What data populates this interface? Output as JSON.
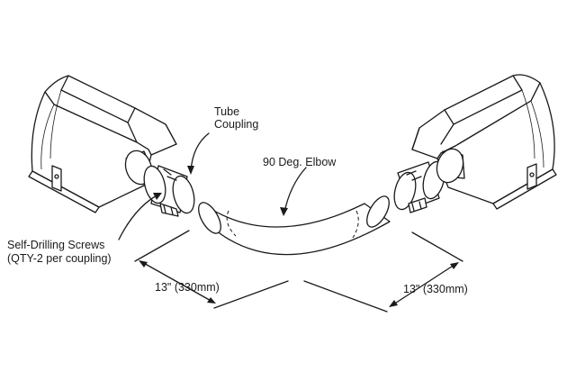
{
  "labels": {
    "tube_coupling_line1": "Tube",
    "tube_coupling_line2": "Coupling",
    "elbow": "90 Deg. Elbow",
    "screws_line1": "Self-Drilling Screws",
    "screws_line2": "(QTY-2 per coupling)",
    "dim_left": "13\" (330mm)",
    "dim_right": "13\" (330mm)"
  },
  "colors": {
    "line": "#1a1a1a",
    "background": "#ffffff"
  }
}
